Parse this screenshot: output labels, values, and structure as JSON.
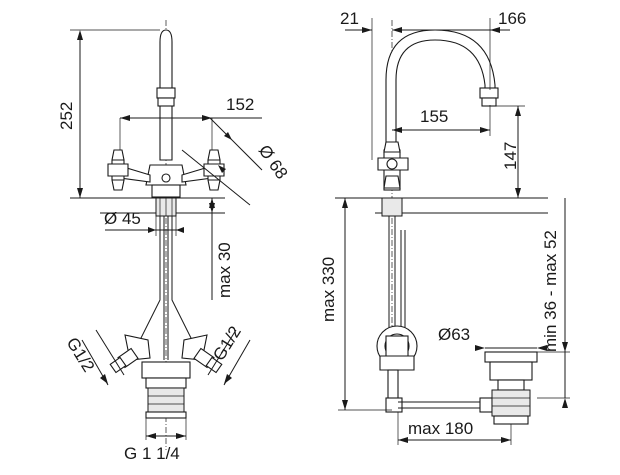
{
  "front_view": {
    "height_total": "252",
    "handle_spread": "152",
    "handle_diameter": "Ø 68",
    "base_diameter": "Ø 45",
    "deck_thickness": "max 30",
    "inlet_left": "G1/2",
    "inlet_right": "G1/2",
    "outlet_thread": "G 1 1/4"
  },
  "side_view": {
    "body_offset": "21",
    "spout_reach": "166",
    "spout_inner": "155",
    "spout_height": "147",
    "under_height": "max 330",
    "waste_diameter": "Ø63",
    "waste_height": "min 36 - max 52",
    "rod_length": "max 180"
  }
}
